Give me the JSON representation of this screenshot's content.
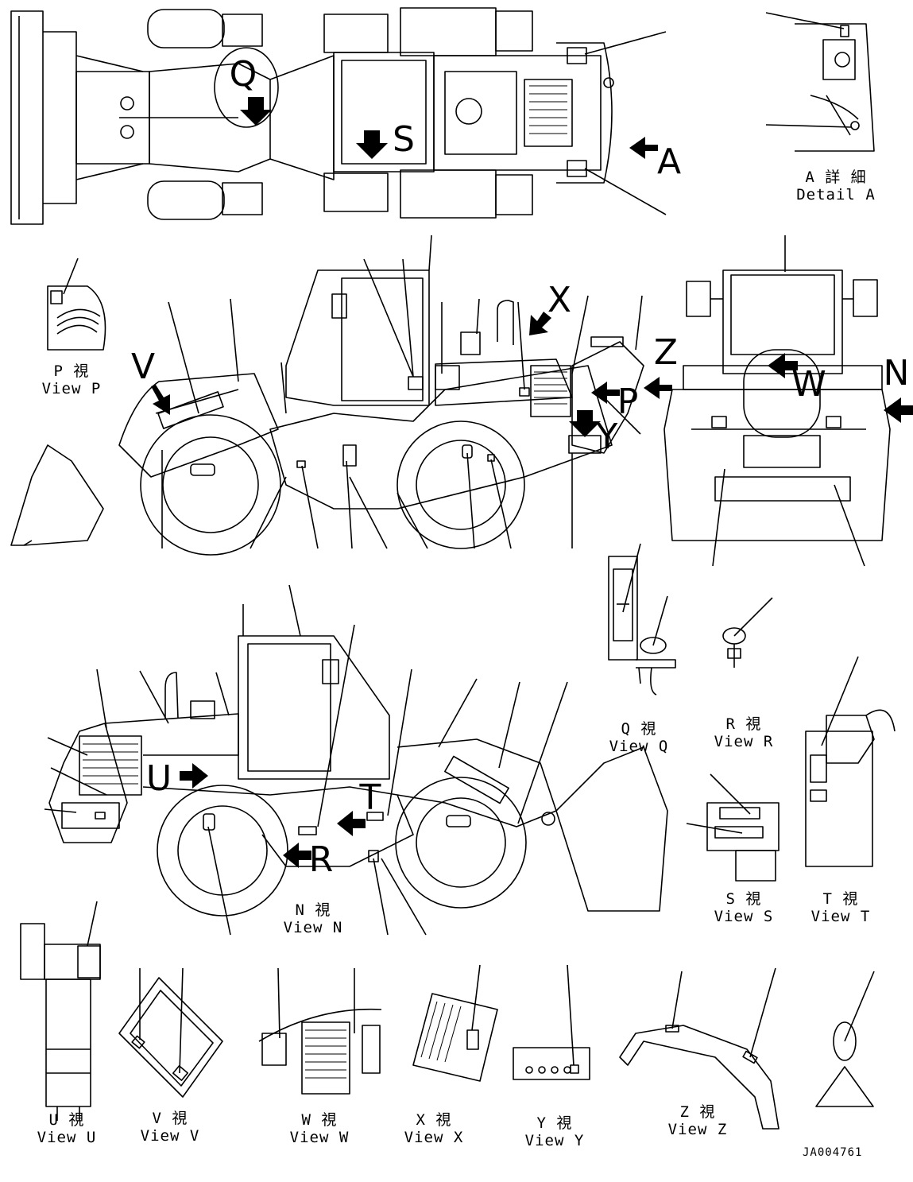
{
  "drawing_code": "JA004761",
  "detail_labels": [
    {
      "id": "detail-a",
      "jp": "A 詳 細",
      "en": "Detail A"
    },
    {
      "id": "view-p",
      "jp": "P  視",
      "en": "View P"
    },
    {
      "id": "view-q",
      "jp": "Q  視",
      "en": "View Q"
    },
    {
      "id": "view-r",
      "jp": "R  視",
      "en": "View R"
    },
    {
      "id": "view-s",
      "jp": "S  視",
      "en": "View S"
    },
    {
      "id": "view-t",
      "jp": "T  視",
      "en": "View T"
    },
    {
      "id": "view-n",
      "jp": "N  視",
      "en": "View N"
    },
    {
      "id": "view-u",
      "jp": "U  視",
      "en": "View U"
    },
    {
      "id": "view-v",
      "jp": "V  視",
      "en": "View V"
    },
    {
      "id": "view-w",
      "jp": "W  視",
      "en": "View W"
    },
    {
      "id": "view-x",
      "jp": "X  視",
      "en": "View X"
    },
    {
      "id": "view-y",
      "jp": "Y  視",
      "en": "View Y"
    },
    {
      "id": "view-z",
      "jp": "Z  視",
      "en": "View Z"
    }
  ],
  "view_arrows": [
    "Q",
    "S",
    "A",
    "V",
    "X",
    "Z",
    "P",
    "Y",
    "W",
    "N",
    "U",
    "R",
    "T"
  ]
}
